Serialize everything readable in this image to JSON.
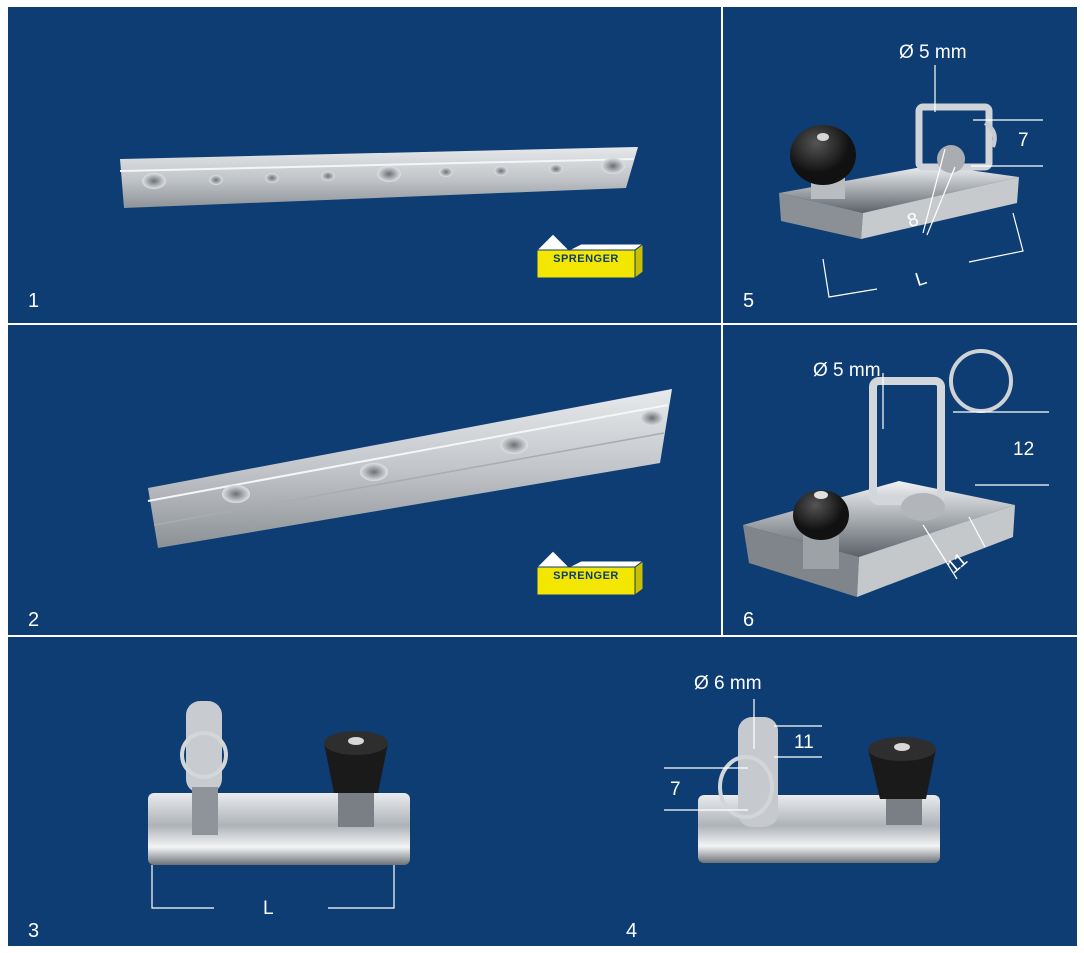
{
  "panels": [
    {
      "number": "1"
    },
    {
      "number": "2"
    },
    {
      "number": "3",
      "length_label": "L"
    },
    {
      "number": "4",
      "diameter": "Ø 6 mm",
      "dim_a": "11",
      "dim_b": "7"
    },
    {
      "number": "5",
      "diameter": "Ø 5 mm",
      "dim_a": "7",
      "dim_b": "8",
      "length_label": "L"
    },
    {
      "number": "6",
      "diameter": "Ø 5 mm",
      "dim_a": "12",
      "dim_b": "11"
    }
  ],
  "logo": {
    "text": "SPRENGER"
  },
  "colors": {
    "background": "#0d3d73",
    "divider": "#ffffff",
    "logo_yellow": "#f3e600"
  }
}
